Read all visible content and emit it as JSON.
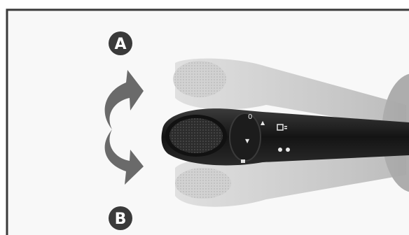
{
  "figure": {
    "description_free": true,
    "labels": {
      "a": "A",
      "b": "B"
    },
    "stalk_symbols": [
      "0",
      "▲",
      "▼"
    ],
    "colors": {
      "frame": "#3a3a3a",
      "lever_dark": "#161616",
      "lever_ghost": "#c9c9c9",
      "arrow": "#6a6a6a",
      "background": "#f8f8f8"
    }
  }
}
